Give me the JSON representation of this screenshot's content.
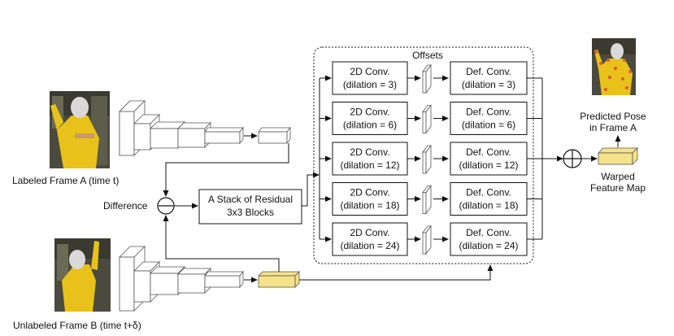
{
  "labels": {
    "frame_a": "Labeled Frame A (time t)",
    "frame_b": "Unlabeled Frame B (time t+δ)",
    "difference": "Difference",
    "residual_line1": "A Stack of Residual",
    "residual_line2": "3x3 Blocks",
    "offsets": "Offsets",
    "predicted_line1": "Predicted Pose",
    "predicted_line2": "in Frame A",
    "warped_line1": "Warped",
    "warped_line2": "Feature Map"
  },
  "branches": [
    {
      "conv": "2D Conv.",
      "def": "Def. Conv.",
      "dilation": "(dilation = 3)"
    },
    {
      "conv": "2D Conv.",
      "def": "Def. Conv.",
      "dilation": "(dilation = 6)"
    },
    {
      "conv": "2D Conv.",
      "def": "Def. Conv.",
      "dilation": "(dilation = 12)"
    },
    {
      "conv": "2D Conv.",
      "def": "Def. Conv.",
      "dilation": "(dilation = 18)"
    },
    {
      "conv": "2D Conv.",
      "def": "Def. Conv.",
      "dilation": "(dilation = 24)"
    }
  ],
  "colors": {
    "feature_map_fill": "#f5e28a",
    "person_shirt": "#e8c21a",
    "background_dark": "#4a4a3e",
    "keypoint": "#e2553a"
  }
}
